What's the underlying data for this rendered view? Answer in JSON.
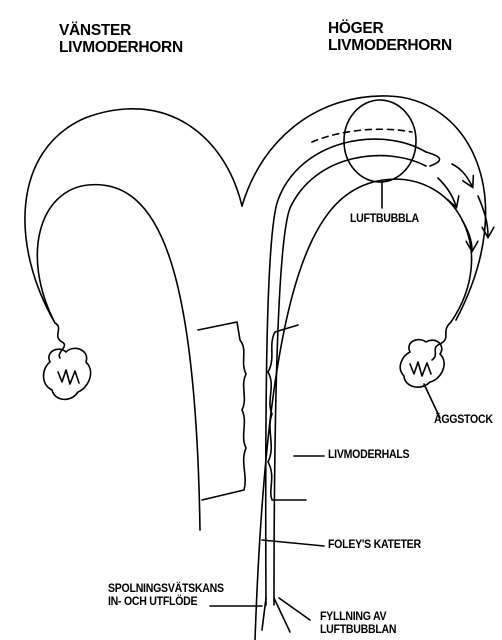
{
  "labels": {
    "left_horn": [
      "VÄNSTER",
      "LIVMODERHORN"
    ],
    "right_horn": [
      "HÖGER",
      "LIVMODERHORN"
    ],
    "air_bubble": "LUFTBUBBLA",
    "ovary": "ÄGGSTOCK",
    "cervix": "LIVMODERHALS",
    "catheter": "FOLEY'S KATETER",
    "flush": [
      "SPOLNINGSVÄTSKANS",
      "IN- OCH UTFLÖDE"
    ],
    "balloon_fill": [
      "FYLLNING AV",
      "LUFTBUBBLAN"
    ]
  }
}
